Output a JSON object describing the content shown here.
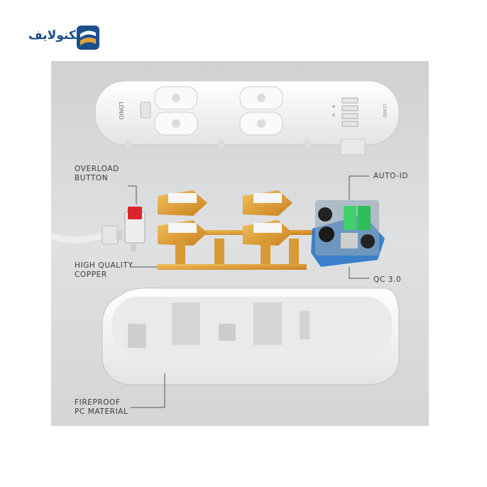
{
  "brand": {
    "name": "تکنولایف",
    "colors": {
      "primary": "#1d4f8c",
      "accent": "#e0a23a"
    }
  },
  "device": {
    "brand_mark": "LDNIO",
    "side_mark": "LDNIO"
  },
  "callouts": {
    "overload": "OVERLOAD\nBUTTON",
    "copper": "HIGH QUALITY\nCOPPER",
    "auto_id": "AUTO-ID",
    "qc": "QC 3.0",
    "fireproof": "FIREPROOF\nPC MATERIAL"
  },
  "colors": {
    "background": "#d6d8da",
    "copper": "#e3a23a",
    "pcb": "#1e6fc7",
    "switch": "#d9262a",
    "shell": "#f4f4f4"
  }
}
